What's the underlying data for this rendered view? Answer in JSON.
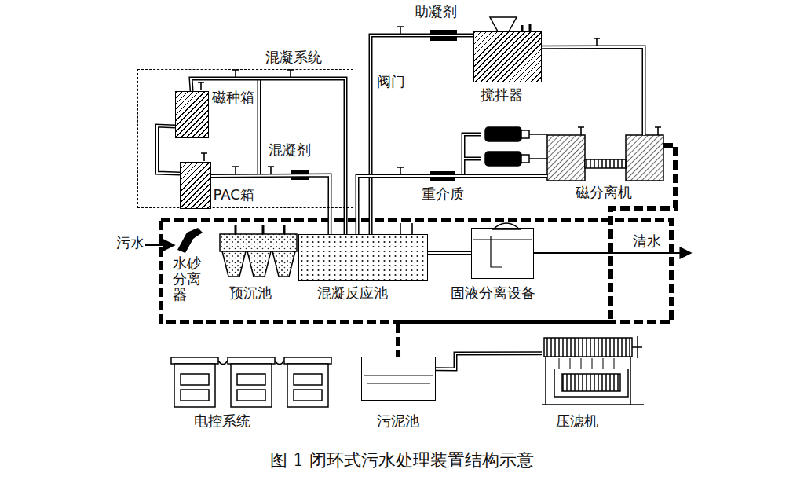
{
  "diagram": {
    "caption": "图 1 闭环式污水处理装置结构示意",
    "nodes": [
      {
        "text": [
          "混凝系统"
        ]
      },
      {
        "text": [
          "磁种箱"
        ],
        "in": 0
      },
      {
        "text": [
          "PAC箱"
        ],
        "in": 0
      },
      {
        "text": [
          "搅拌器"
        ]
      },
      {
        "text": [
          "磁分离机"
        ]
      },
      {
        "text": [
          "水砂分离器"
        ]
      },
      {
        "text": [
          "预沉池"
        ]
      },
      {
        "text": [
          "混凝反应池"
        ]
      },
      {
        "text": [
          "固液分离设备"
        ]
      },
      {
        "text": [
          "污泥池"
        ]
      },
      {
        "text": [
          "压滤机"
        ]
      },
      {
        "text": [
          "电控系统"
        ]
      }
    ],
    "edges": [
      {
        "from": 1,
        "to": 2,
        "arrow": "none"
      },
      {
        "from": 1,
        "to": 7,
        "arrow": "none"
      },
      {
        "from": 2,
        "to": 7,
        "arrow": "none"
      },
      {
        "from": 3,
        "to": 7,
        "arrow": "none"
      },
      {
        "from": 3,
        "to": 4,
        "arrow": "none"
      },
      {
        "from": 4,
        "to": 7,
        "arrow": "none"
      },
      {
        "from": 4,
        "to": 9,
        "arrow": "none"
      },
      {
        "from": 9,
        "to": 10,
        "arrow": "none"
      },
      {
        "from": 7,
        "to": 8,
        "arrow": "none"
      }
    ],
    "labels": [
      "助凝剂",
      "阀门",
      "混凝剂",
      "重介质",
      "污水",
      "清水"
    ]
  }
}
